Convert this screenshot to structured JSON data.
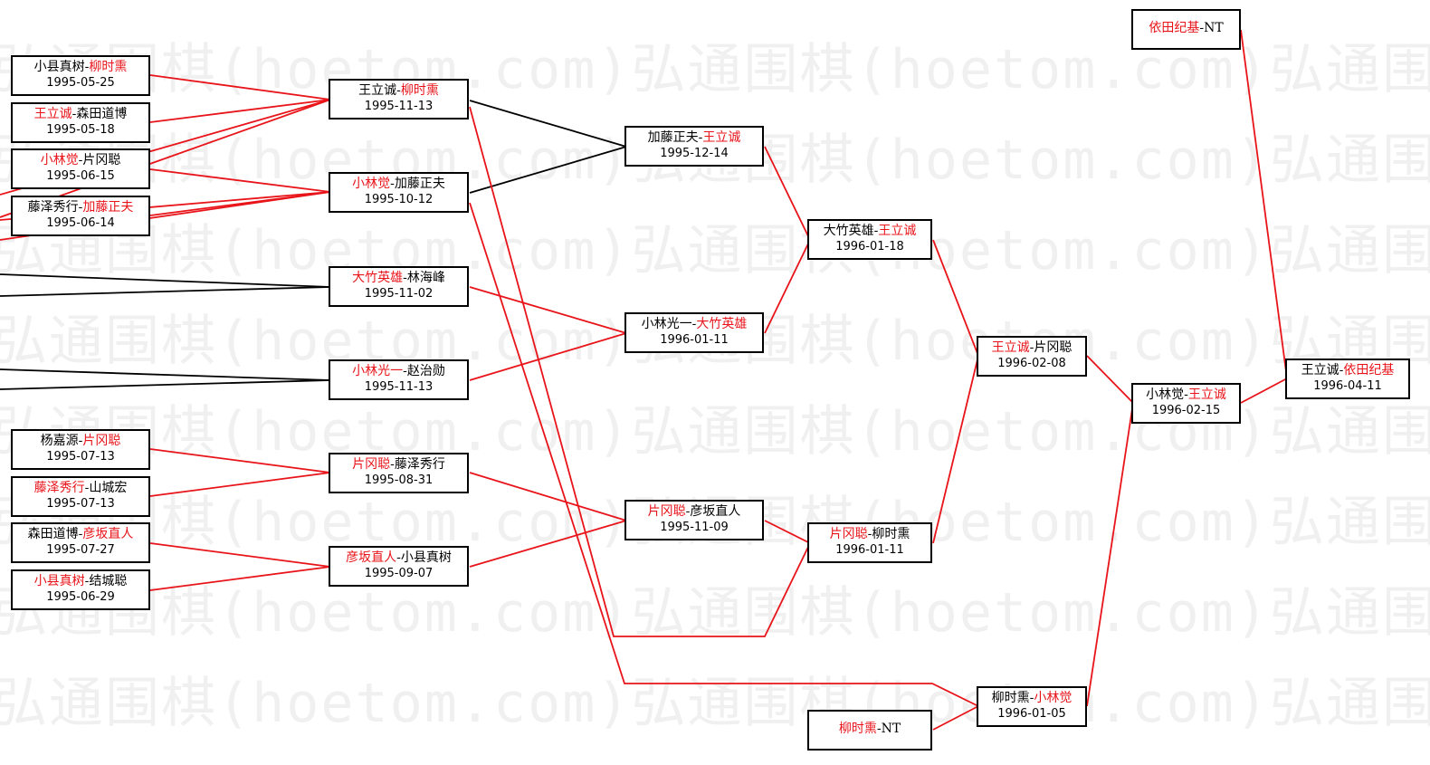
{
  "watermark": "弘通围棋(hoetom.com)",
  "colors": {
    "winner": "#e8141a",
    "line_red": "#e8141a",
    "line_black": "#000000",
    "box_border": "#000000"
  },
  "matches": {
    "m1": {
      "player1": "小县真树",
      "sep": "-",
      "player2": "柳时熏",
      "winner": 2,
      "date": "1995-05-25"
    },
    "m2": {
      "player1": "王立诚",
      "sep": "-",
      "player2": "森田道博",
      "winner": 1,
      "date": "1995-05-18"
    },
    "m3": {
      "player1": "小林觉",
      "sep": "-",
      "player2": "片冈聪",
      "winner": 1,
      "date": "1995-06-15"
    },
    "m4": {
      "player1": "藤泽秀行",
      "sep": "-",
      "player2": "加藤正夫",
      "winner": 2,
      "date": "1995-06-14"
    },
    "m5": {
      "player1": "杨嘉源",
      "sep": "-",
      "player2": "片冈聪",
      "winner": 2,
      "date": "1995-07-13"
    },
    "m6": {
      "player1": "藤泽秀行",
      "sep": "-",
      "player2": "山城宏",
      "winner": 1,
      "date": "1995-07-13"
    },
    "m7": {
      "player1": "森田道博",
      "sep": "-",
      "player2": "彦坂直人",
      "winner": 2,
      "date": "1995-07-27"
    },
    "m8": {
      "player1": "小县真树",
      "sep": "-",
      "player2": "结城聪",
      "winner": 1,
      "date": "1995-06-29"
    },
    "m9": {
      "player1": "王立诚",
      "sep": "-",
      "player2": "柳时熏",
      "winner": 2,
      "date": "1995-11-13"
    },
    "m10": {
      "player1": "小林觉",
      "sep": "-",
      "player2": "加藤正夫",
      "winner": 1,
      "date": "1995-10-12"
    },
    "m11": {
      "player1": "大竹英雄",
      "sep": "-",
      "player2": "林海峰",
      "winner": 1,
      "date": "1995-11-02"
    },
    "m12": {
      "player1": "小林光一",
      "sep": "-",
      "player2": "赵治勋",
      "winner": 1,
      "date": "1995-11-13"
    },
    "m13": {
      "player1": "片冈聪",
      "sep": "-",
      "player2": "藤泽秀行",
      "winner": 1,
      "date": "1995-08-31"
    },
    "m14": {
      "player1": "彦坂直人",
      "sep": "-",
      "player2": "小县真树",
      "winner": 1,
      "date": "1995-09-07"
    },
    "m15": {
      "player1": "加藤正夫",
      "sep": "-",
      "player2": "王立诚",
      "winner": 2,
      "date": "1995-12-14"
    },
    "m16": {
      "player1": "小林光一",
      "sep": "-",
      "player2": "大竹英雄",
      "winner": 2,
      "date": "1996-01-11"
    },
    "m17": {
      "player1": "片冈聪",
      "sep": "-",
      "player2": "彦坂直人",
      "winner": 1,
      "date": "1995-11-09"
    },
    "m18": {
      "player1": "大竹英雄",
      "sep": "-",
      "player2": "王立诚",
      "winner": 2,
      "date": "1996-01-18"
    },
    "m19": {
      "player1": "片冈聪",
      "sep": "-",
      "player2": "柳时熏",
      "winner": 1,
      "date": "1996-01-11"
    },
    "m20": {
      "player1": "柳时熏",
      "sep": "-",
      "player2": "NT",
      "winner": 1,
      "date": ""
    },
    "m21": {
      "player1": "王立诚",
      "sep": "-",
      "player2": "片冈聪",
      "winner": 1,
      "date": "1996-02-08"
    },
    "m22": {
      "player1": "柳时熏",
      "sep": "-",
      "player2": "小林觉",
      "winner": 2,
      "date": "1996-01-05"
    },
    "m23": {
      "player1": "小林觉",
      "sep": "-",
      "player2": "王立诚",
      "winner": 2,
      "date": "1996-02-15"
    },
    "m24": {
      "player1": "依田纪基",
      "sep": "-",
      "player2": "NT",
      "winner": 1,
      "date": ""
    },
    "m25": {
      "player1": "王立诚",
      "sep": "-",
      "player2": "依田纪基",
      "winner": 2,
      "date": "1996-04-11"
    }
  }
}
